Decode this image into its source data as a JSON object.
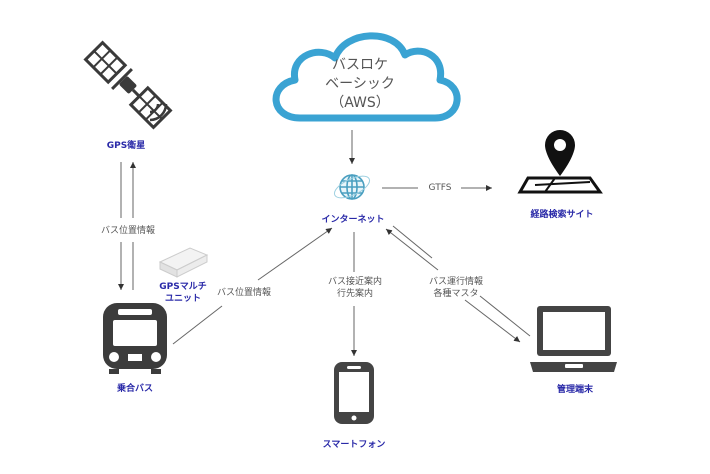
{
  "nodes": {
    "cloud": {
      "lines": [
        "バスロケ",
        "ベーシック",
        "（AWS）"
      ]
    },
    "satellite": {
      "label": "GPS衛星"
    },
    "internet": {
      "label": "インターネット"
    },
    "route_site": {
      "label": "経路検索サイト"
    },
    "gps_unit": {
      "lines": [
        "GPSマルチ",
        "ユニット"
      ]
    },
    "bus": {
      "label": "乗合バス"
    },
    "smartphone": {
      "label": "スマートフォン"
    },
    "admin_terminal": {
      "label": "管理端末"
    }
  },
  "edges": {
    "sat_bus": {
      "label": "バス位置情報"
    },
    "bus_internet": {
      "label": "バス位置情報"
    },
    "internet_site": {
      "label": "GTFS"
    },
    "internet_phone": {
      "lines": [
        "バス接近案内",
        "行先案内"
      ]
    },
    "internet_admin": {
      "lines": [
        "バス運行情報",
        "各種マスタ"
      ]
    }
  },
  "colors": {
    "label_blue": "#2a2aa8",
    "cloud_stroke": "#3aa3d3",
    "icon_dark": "#3c3c3c",
    "line_gray": "#666666"
  }
}
